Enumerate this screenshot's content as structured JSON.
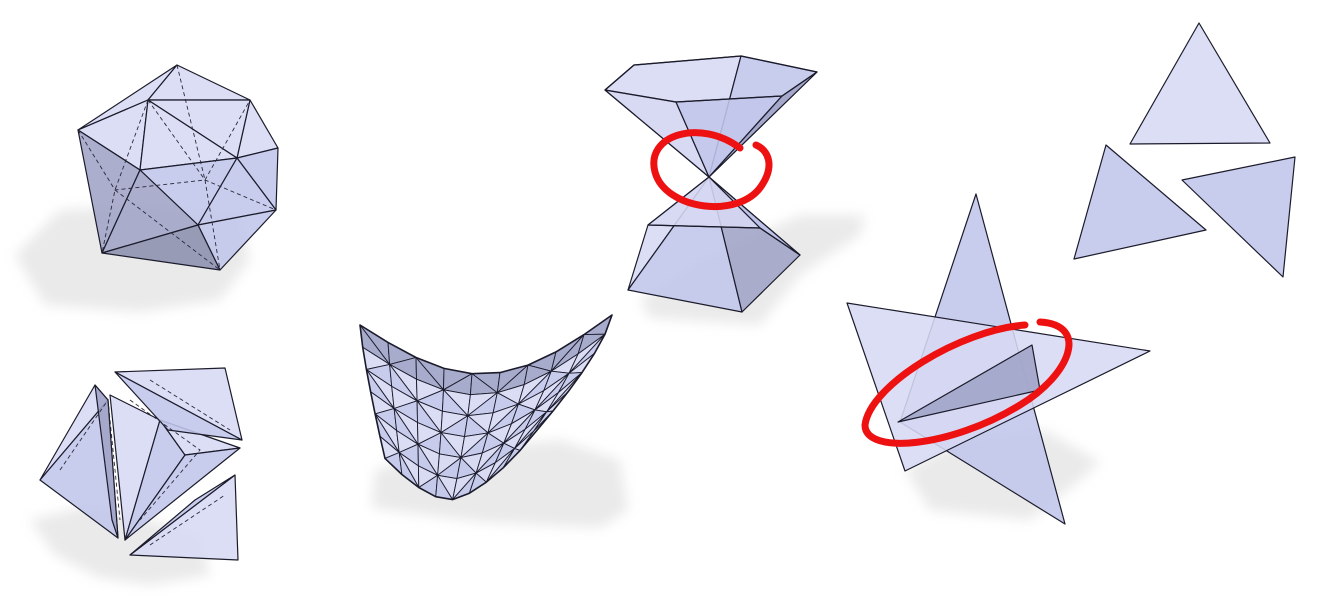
{
  "colors": {
    "face_light": "#d7d9f4",
    "face_mid": "#c2c6ea",
    "face_dark": "#9fa3c6",
    "face_shade": "#8b8fae",
    "edge": "#1b1b2b",
    "shadow": "#d9d9d9",
    "defect_ring": "#ee1111"
  },
  "figures": [
    {
      "id": "icosahedron",
      "description_visible": false
    },
    {
      "id": "exploded-polyhedron",
      "description_visible": false
    },
    {
      "id": "saddle-surface",
      "description_visible": false
    },
    {
      "id": "double-cone",
      "description_visible": false
    },
    {
      "id": "crossing-triangles",
      "description_visible": false
    },
    {
      "id": "separate-triangles",
      "description_visible": false
    }
  ]
}
